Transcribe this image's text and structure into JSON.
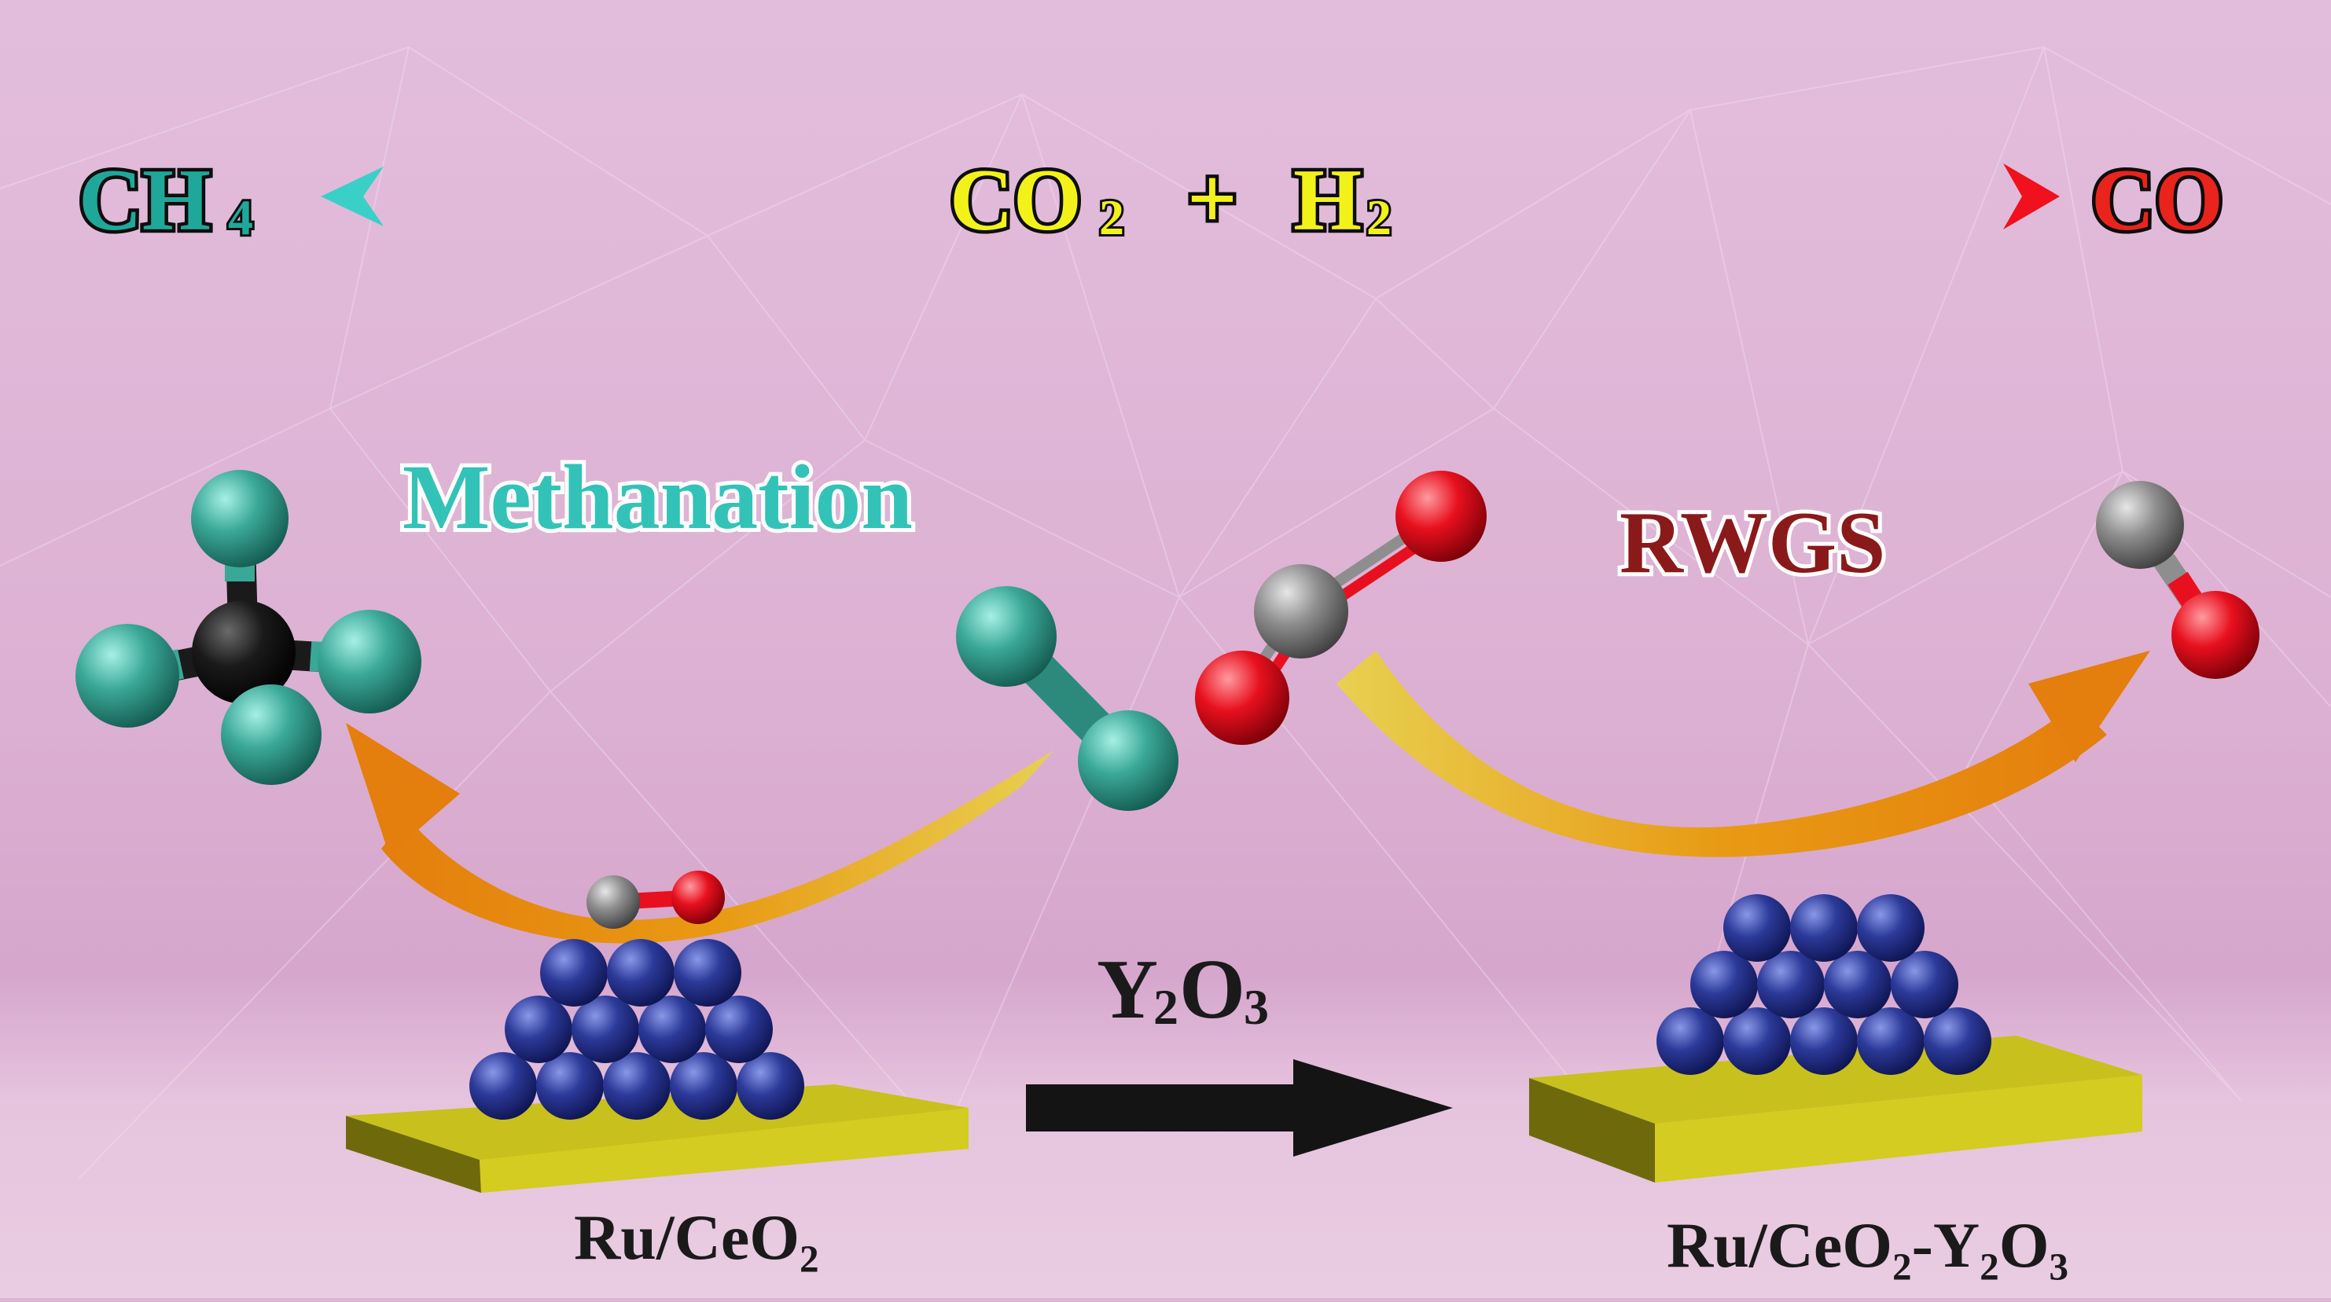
{
  "reaction": {
    "ch4_base": "CH",
    "ch4_sub": "4",
    "co2_base": "CO",
    "co2_sub": "2",
    "plus": "+",
    "h2_base": "H",
    "h2_sub": "2",
    "co": "CO"
  },
  "pathways": {
    "methanation": "Methanation",
    "rwgs": "RWGS"
  },
  "promoter": {
    "base1": "Y",
    "sub1": "2",
    "base2": "O",
    "sub2": "3"
  },
  "catalysts": {
    "left": "Ru/CeO₂",
    "right": "Ru/CeO₂-Y₂O₃"
  },
  "colors": {
    "ch4": "#22a89a",
    "co2_h2": "#f2f21a",
    "co": "#e8241c",
    "methanation_text": "#33c2b8",
    "rwgs_text": "#8a1a1a",
    "hydrogen_atom": "#3aa896",
    "carbon_atom": "#8e8e8e",
    "oxygen_atom": "#e8101e",
    "ru_atom": "#2c3a9a",
    "support": "#d4cc20",
    "curved_arrow": "#e88a10",
    "background": "#dcb4d4"
  },
  "icons": {
    "ch4_molecule": "methane-molecule-icon",
    "h2_molecule": "hydrogen-molecule-icon",
    "co2_molecule": "carbon-dioxide-molecule-icon",
    "co_molecule": "carbon-monoxide-molecule-icon",
    "adsorbed_co": "adsorbed-co-icon"
  }
}
